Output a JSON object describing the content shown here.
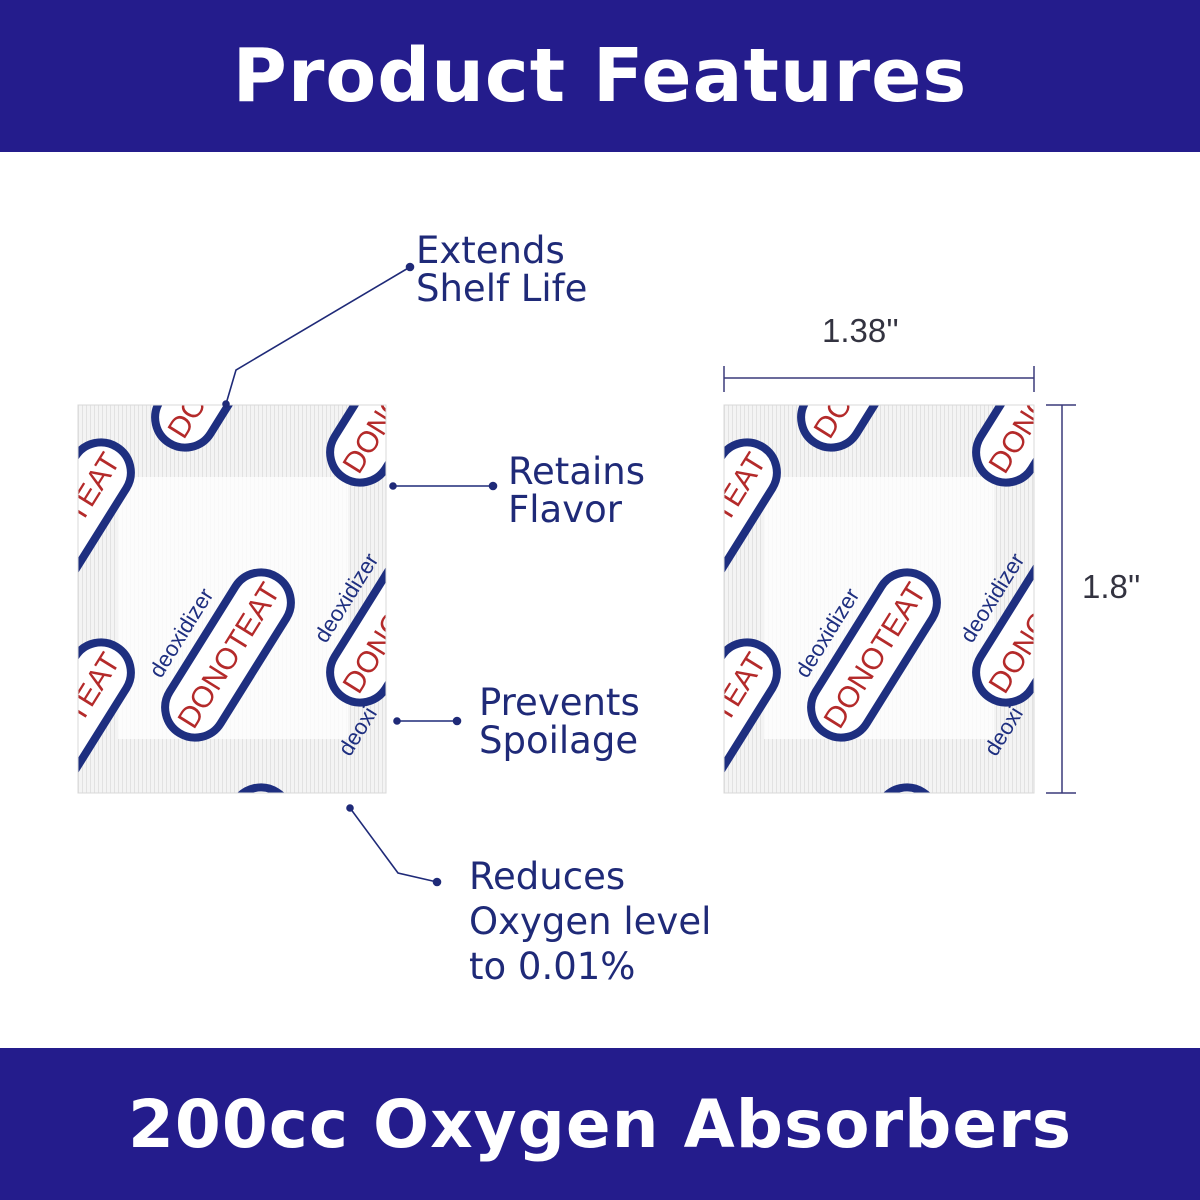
{
  "header": {
    "title": "Product Features"
  },
  "footer": {
    "title": "200cc Oxygen Absorbers"
  },
  "features": {
    "shelf_life": "Extends\nShelf Life",
    "flavor": "Retains\nFlavor",
    "spoilage": "Prevents\nSpoilage",
    "oxygen": "Reduces\nOxygen level\nto 0.01%"
  },
  "dimensions": {
    "width": "1.38''",
    "height": "1.8''"
  },
  "packet": {
    "brand": "DONOTEAT",
    "subtitle": "deoxidizer",
    "partial_sub": "deoxi",
    "partial_brand": "DO",
    "partial_brand_alt": "EAT"
  },
  "colors": {
    "banner": "#241c8c",
    "text": "#1f2a78",
    "brand_red": "#b42a2a",
    "outline": "#1e2f80"
  }
}
